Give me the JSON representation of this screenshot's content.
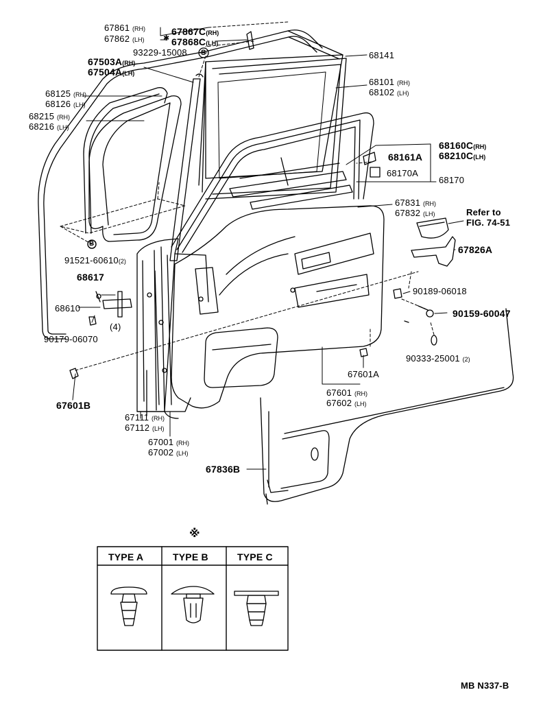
{
  "labels": [
    {
      "code": "67861",
      "suffix": "(RH)"
    },
    {
      "code": "67862",
      "suffix": "(LH)"
    },
    {
      "code": "67867C",
      "suffix": "(RH)"
    },
    {
      "code": "67868C",
      "suffix": "(LH)"
    },
    {
      "code": "93229-15008",
      "suffix": ""
    },
    {
      "code": "67503A",
      "suffix": "(RH)"
    },
    {
      "code": "67504A",
      "suffix": "(LH)"
    },
    {
      "code": "68141",
      "suffix": ""
    },
    {
      "code": "68101",
      "suffix": "(RH)"
    },
    {
      "code": "68102",
      "suffix": "(LH)"
    },
    {
      "code": "68125",
      "suffix": "(RH)"
    },
    {
      "code": "68126",
      "suffix": "(LH)"
    },
    {
      "code": "68215",
      "suffix": "(RH)"
    },
    {
      "code": "68216",
      "suffix": "(LH)"
    },
    {
      "code": "68160C",
      "suffix": "(RH)"
    },
    {
      "code": "68161A",
      "suffix": ""
    },
    {
      "code": "68210C",
      "suffix": "(LH)"
    },
    {
      "code": "68170A",
      "suffix": ""
    },
    {
      "code": "68170",
      "suffix": ""
    },
    {
      "code": "67831",
      "suffix": "(RH)"
    },
    {
      "code": "67832",
      "suffix": "(LH)"
    },
    {
      "code": "Refer to",
      "suffix": ""
    },
    {
      "code": "FIG. 74-51",
      "suffix": ""
    },
    {
      "code": "67826A",
      "suffix": ""
    },
    {
      "code": "91521-60610",
      "suffix": "(2)"
    },
    {
      "code": "68617",
      "suffix": ""
    },
    {
      "code": "68610",
      "suffix": ""
    },
    {
      "code": "(4)",
      "suffix": ""
    },
    {
      "code": "90179-06070",
      "suffix": ""
    },
    {
      "code": "90189-06018",
      "suffix": ""
    },
    {
      "code": "90159-60047",
      "suffix": ""
    },
    {
      "code": "90333-25001",
      "suffix": "(2)"
    },
    {
      "code": "67601A",
      "suffix": ""
    },
    {
      "code": "67601",
      "suffix": "(RH)"
    },
    {
      "code": "67602",
      "suffix": "(LH)"
    },
    {
      "code": "67601B",
      "suffix": ""
    },
    {
      "code": "67111",
      "suffix": "(RH)"
    },
    {
      "code": "67112",
      "suffix": "(LH)"
    },
    {
      "code": "67001",
      "suffix": "(RH)"
    },
    {
      "code": "67002",
      "suffix": "(LH)"
    },
    {
      "code": "67836B",
      "suffix": ""
    }
  ],
  "markers": {
    "asterisk": "✱",
    "circled_s": "S",
    "circled_b": "B",
    "note_mark": "※"
  },
  "type_table": {
    "headers": [
      "TYPE A",
      "TYPE B",
      "TYPE C"
    ]
  },
  "diagram_id": "MB N337-B"
}
